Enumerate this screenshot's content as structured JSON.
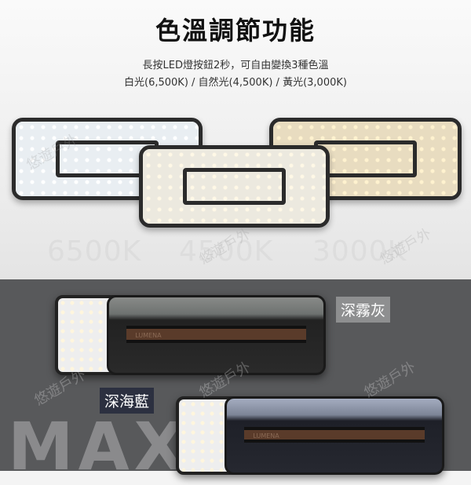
{
  "header": {
    "title": "色溫調節功能",
    "line1": "長按LED燈按鈕2秒，可自由變換3種色溫",
    "line2": "白光(6,500K) / 自然光(4,500K) / 黃光(3,000K)"
  },
  "temperatures": [
    {
      "label": "6,500K",
      "mode": "白光"
    },
    {
      "label": "4,500K",
      "mode": "自然光"
    },
    {
      "label": "3,000K",
      "mode": "黃光"
    }
  ],
  "kelvin_labels": [
    "6500K",
    "4500K",
    "3000K"
  ],
  "colors": {
    "gray": {
      "label": "深霧灰",
      "body": "#6e7270",
      "tag_bg": "#8e8f90"
    },
    "blue": {
      "label": "深海藍",
      "body": "#7d8597",
      "tag_bg": "#2c3040"
    }
  },
  "brand": "LUMENA",
  "model": "MAX",
  "watermark": "悠遊戶外"
}
